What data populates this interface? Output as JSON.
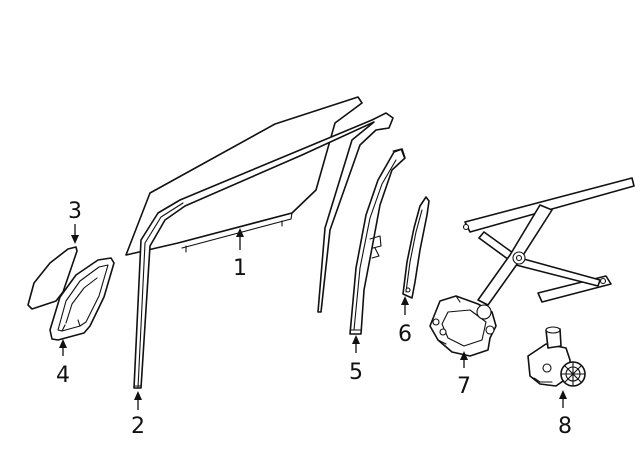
{
  "diagram": {
    "callouts": [
      {
        "id": "1",
        "label": "1"
      },
      {
        "id": "2",
        "label": "2"
      },
      {
        "id": "3",
        "label": "3"
      },
      {
        "id": "4",
        "label": "4"
      },
      {
        "id": "5",
        "label": "5"
      },
      {
        "id": "6",
        "label": "6"
      },
      {
        "id": "7",
        "label": "7"
      },
      {
        "id": "8",
        "label": "8"
      }
    ]
  },
  "colors": {
    "line": "#111111",
    "background": "#ffffff"
  }
}
